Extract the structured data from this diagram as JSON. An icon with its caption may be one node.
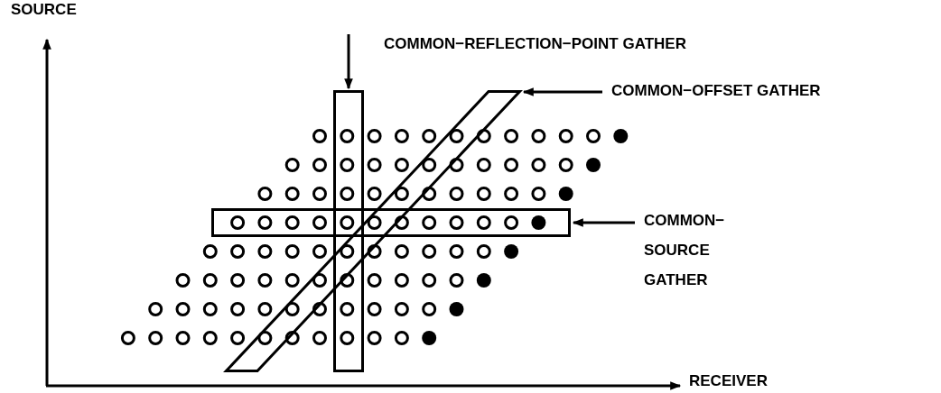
{
  "diagram": {
    "nodes": [
      {
        "text": [
          "COMMON−REFLECTION−POINT GATHER"
        ]
      },
      {
        "text": [
          "COMMON−OFFSET GATHER"
        ]
      },
      {
        "text": [
          "COMMON− SOURCE GATHER"
        ]
      },
      {
        "text": [],
        "shape": "box"
      },
      {
        "text": [],
        "shape": "parallelogram"
      },
      {
        "text": [],
        "shape": "box"
      }
    ],
    "edges": [
      {
        "from": 0,
        "to": 3,
        "arrow": "to"
      },
      {
        "from": 1,
        "to": 4,
        "arrow": "to"
      },
      {
        "from": 2,
        "to": 5,
        "arrow": "to"
      }
    ],
    "labels": [
      "SOURCE",
      "RECEIVER"
    ]
  }
}
